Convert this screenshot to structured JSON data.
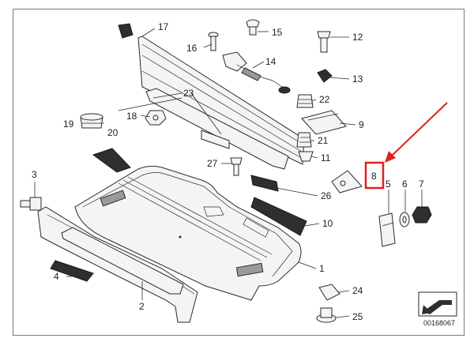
{
  "diagram": {
    "callouts": {
      "c1": "1",
      "c2": "2",
      "c3": "3",
      "c4": "4",
      "c5": "5",
      "c6": "6",
      "c7": "7",
      "c8": "8",
      "c9": "9",
      "c10": "10",
      "c11": "11",
      "c12": "12",
      "c13": "13",
      "c14": "14",
      "c15": "15",
      "c16": "16",
      "c17": "17",
      "c18": "18",
      "c19": "19",
      "c20": "20",
      "c21": "21",
      "c22": "22",
      "c23": "23",
      "c24": "24",
      "c25": "25",
      "c26": "26",
      "c27": "27"
    },
    "diagram_code": "00168067",
    "highlight_color": "#e0201b",
    "arrow_color": "#e0201b"
  }
}
